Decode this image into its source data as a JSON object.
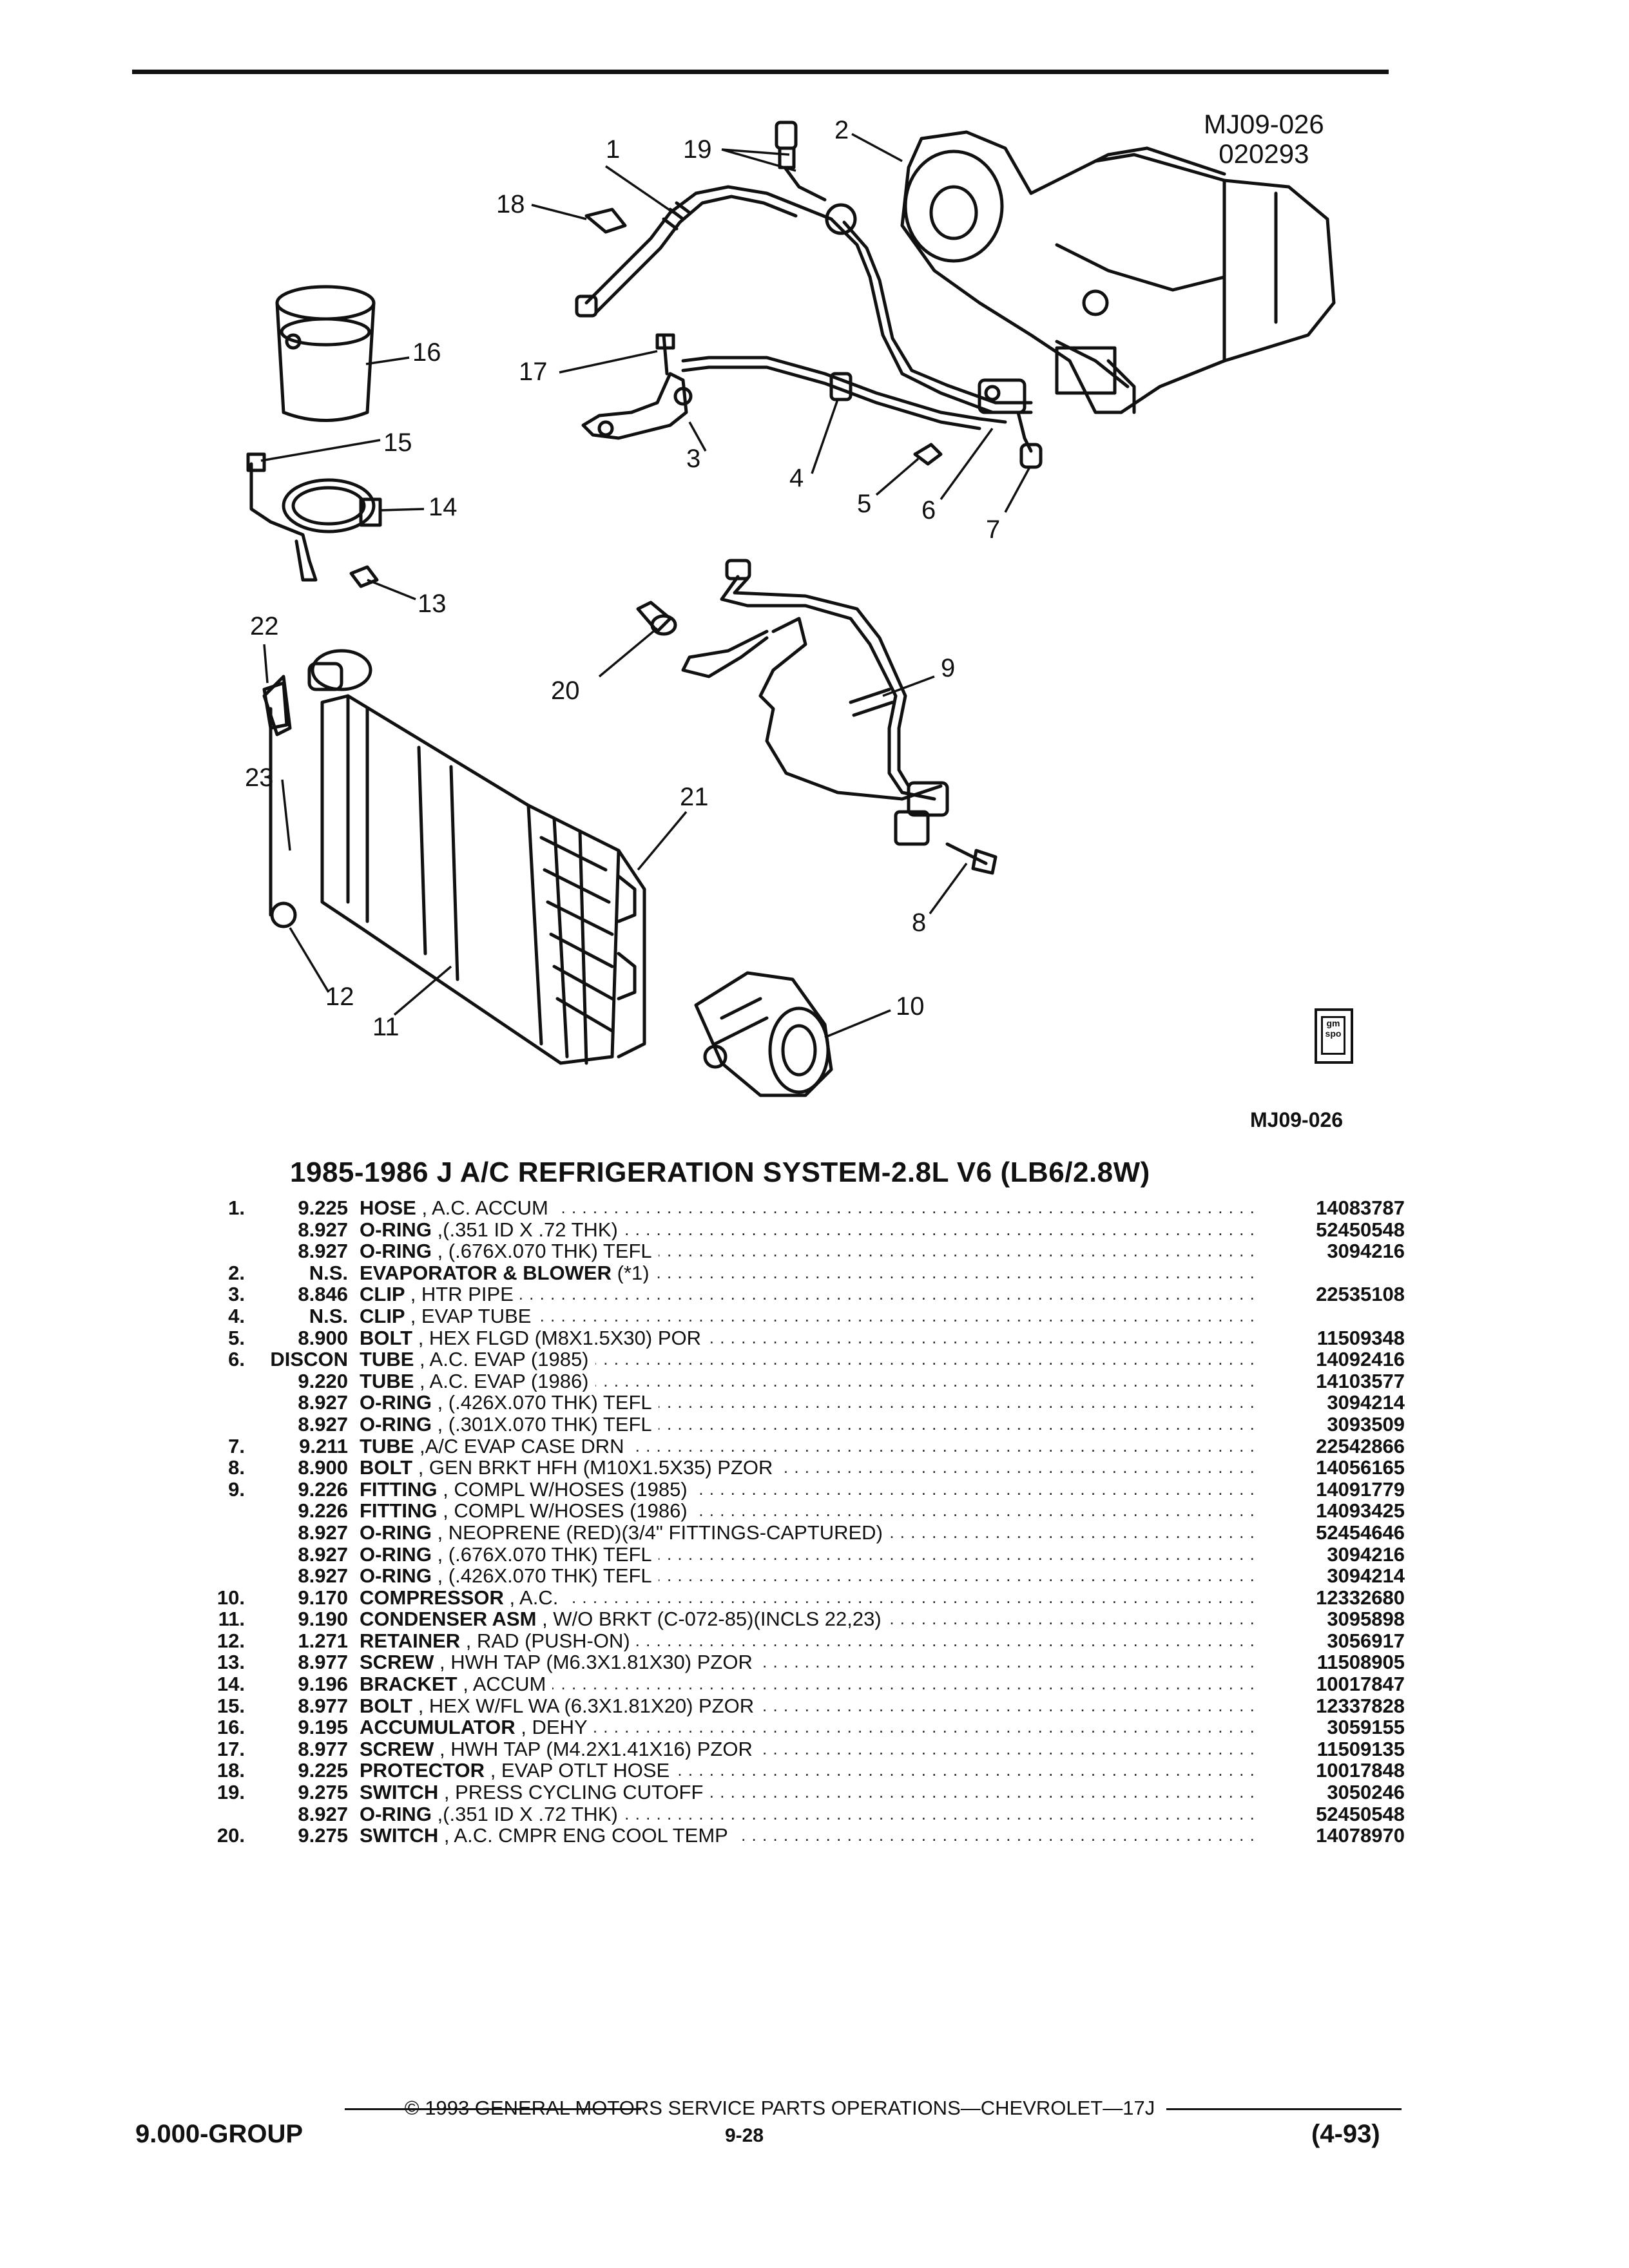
{
  "header": {
    "ref_code": "MJ09-026",
    "ref_date": "020293"
  },
  "diagram": {
    "callouts": [
      "1",
      "2",
      "3",
      "4",
      "5",
      "6",
      "7",
      "8",
      "9",
      "10",
      "11",
      "12",
      "13",
      "14",
      "15",
      "16",
      "17",
      "18",
      "19",
      "20",
      "21",
      "22",
      "23"
    ],
    "badge_text": "gm spo"
  },
  "figure_ref": "MJ09-026",
  "title": "1985-1986 J A/C REFRIGERATION SYSTEM-2.8L V6 (LB6/2.8W)",
  "parts": [
    {
      "num": "1.",
      "grp": "9.225",
      "name": "HOSE",
      "desc": ", A.C. ACCUM",
      "pn": "14083787"
    },
    {
      "num": "",
      "grp": "8.927",
      "name": "O-RING",
      "desc": ",(.351 ID X .72 THK)",
      "pn": "52450548"
    },
    {
      "num": "",
      "grp": "8.927",
      "name": "O-RING",
      "desc": ", (.676X.070 THK) TEFL",
      "pn": "3094216"
    },
    {
      "num": "2.",
      "grp": "N.S.",
      "name": "EVAPORATOR & BLOWER",
      "desc": "(*1)",
      "pn": ""
    },
    {
      "num": "3.",
      "grp": "8.846",
      "name": "CLIP",
      "desc": ", HTR PIPE",
      "pn": "22535108"
    },
    {
      "num": "4.",
      "grp": "N.S.",
      "name": "CLIP",
      "desc": ", EVAP TUBE",
      "pn": ""
    },
    {
      "num": "5.",
      "grp": "8.900",
      "name": "BOLT",
      "desc": ", HEX FLGD (M8X1.5X30) POR",
      "pn": "11509348"
    },
    {
      "num": "6.",
      "grp": "DISCON",
      "name": "TUBE",
      "desc": ", A.C. EVAP (1985)",
      "pn": "14092416"
    },
    {
      "num": "",
      "grp": "9.220",
      "name": "TUBE",
      "desc": ", A.C. EVAP (1986)",
      "pn": "14103577"
    },
    {
      "num": "",
      "grp": "8.927",
      "name": "O-RING",
      "desc": ", (.426X.070 THK) TEFL",
      "pn": "3094214"
    },
    {
      "num": "",
      "grp": "8.927",
      "name": "O-RING",
      "desc": ", (.301X.070 THK) TEFL",
      "pn": "3093509"
    },
    {
      "num": "7.",
      "grp": "9.211",
      "name": "TUBE",
      "desc": ",A/C EVAP CASE DRN",
      "pn": "22542866"
    },
    {
      "num": "8.",
      "grp": "8.900",
      "name": "BOLT",
      "desc": ", GEN BRKT HFH (M10X1.5X35) PZOR",
      "pn": "14056165"
    },
    {
      "num": "9.",
      "grp": "9.226",
      "name": "FITTING",
      "desc": ", COMPL W/HOSES (1985)",
      "pn": "14091779"
    },
    {
      "num": "",
      "grp": "9.226",
      "name": "FITTING",
      "desc": ", COMPL W/HOSES (1986)",
      "pn": "14093425"
    },
    {
      "num": "",
      "grp": "8.927",
      "name": "O-RING",
      "desc": ", NEOPRENE (RED)(3/4\" FITTINGS-CAPTURED)",
      "pn": "52454646"
    },
    {
      "num": "",
      "grp": "8.927",
      "name": "O-RING",
      "desc": ", (.676X.070 THK) TEFL",
      "pn": "3094216"
    },
    {
      "num": "",
      "grp": "8.927",
      "name": "O-RING",
      "desc": ", (.426X.070 THK) TEFL",
      "pn": "3094214"
    },
    {
      "num": "10.",
      "grp": "9.170",
      "name": "COMPRESSOR",
      "desc": ", A.C.",
      "pn": "12332680"
    },
    {
      "num": "11.",
      "grp": "9.190",
      "name": "CONDENSER ASM",
      "desc": ", W/O BRKT (C-072-85)(INCLS 22,23)",
      "pn": "3095898"
    },
    {
      "num": "12.",
      "grp": "1.271",
      "name": "RETAINER",
      "desc": ", RAD (PUSH-ON)",
      "pn": "3056917"
    },
    {
      "num": "13.",
      "grp": "8.977",
      "name": "SCREW",
      "desc": ", HWH TAP (M6.3X1.81X30) PZOR",
      "pn": "11508905"
    },
    {
      "num": "14.",
      "grp": "9.196",
      "name": "BRACKET",
      "desc": ", ACCUM",
      "pn": "10017847"
    },
    {
      "num": "15.",
      "grp": "8.977",
      "name": "BOLT",
      "desc": ", HEX W/FL WA (6.3X1.81X20) PZOR",
      "pn": "12337828"
    },
    {
      "num": "16.",
      "grp": "9.195",
      "name": "ACCUMULATOR",
      "desc": ", DEHY",
      "pn": "3059155"
    },
    {
      "num": "17.",
      "grp": "8.977",
      "name": "SCREW",
      "desc": ", HWH TAP (M4.2X1.41X16) PZOR",
      "pn": "11509135"
    },
    {
      "num": "18.",
      "grp": "9.225",
      "name": "PROTECTOR",
      "desc": ", EVAP OTLT HOSE",
      "pn": "10017848"
    },
    {
      "num": "19.",
      "grp": "9.275",
      "name": "SWITCH",
      "desc": ", PRESS CYCLING CUTOFF",
      "pn": "3050246"
    },
    {
      "num": "",
      "grp": "8.927",
      "name": "O-RING",
      "desc": ",(.351 ID X .72 THK)",
      "pn": "52450548"
    },
    {
      "num": "20.",
      "grp": "9.275",
      "name": "SWITCH",
      "desc": ", A.C. CMPR ENG COOL TEMP",
      "pn": "14078970"
    }
  ],
  "footer": {
    "copyright": "© 1993 GENERAL MOTORS SERVICE PARTS OPERATIONS—CHEVROLET—17J",
    "group": "9.000-GROUP",
    "page": "9-28",
    "revision": "(4-93)"
  }
}
